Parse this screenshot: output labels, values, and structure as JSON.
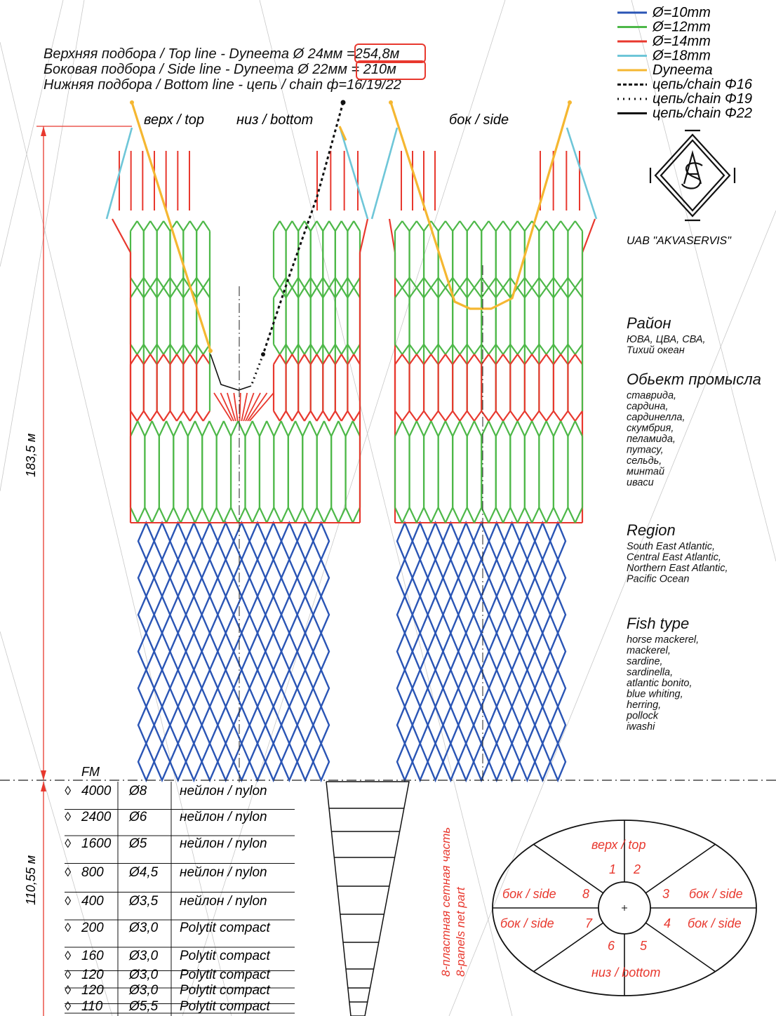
{
  "header": {
    "line1_prefix": "Верхняя подбора / Top line - Dyneema ",
    "line1_highlight": "Ø 24мм",
    "line1_suffix": " =254,8м",
    "line2_prefix": "Боковая подбора / Side line - Dyneema ",
    "line2_highlight": "Ø 22мм",
    "line2_suffix": " = 210м",
    "line3": "Нижняя подбора / Bottom line - цепь / chain ф=16/19/22"
  },
  "legend": [
    {
      "label": "Ø=10mm",
      "color": "#2a55b5",
      "style": "solid"
    },
    {
      "label": "Ø=12mm",
      "color": "#4db848",
      "style": "solid"
    },
    {
      "label": "Ø=14mm",
      "color": "#e8382e",
      "style": "solid"
    },
    {
      "label": "Ø=18mm",
      "color": "#6ec6d8",
      "style": "solid"
    },
    {
      "label": "Dyneema",
      "color": "#f5b731",
      "style": "solid"
    },
    {
      "label": "цепь/chain Φ16",
      "color": "#111111",
      "style": "dashed"
    },
    {
      "label": "цепь/chain Φ19",
      "color": "#111111",
      "style": "dotted"
    },
    {
      "label": "цепь/chain Φ22",
      "color": "#111111",
      "style": "solid"
    }
  ],
  "logo": {
    "name": "UAB \"AKVASERVIS\"",
    "icon": "akvaservis-logo-icon"
  },
  "panel_labels": {
    "top": "верх / top",
    "bottom": "низ / bottom",
    "side": "бок / side"
  },
  "dimensions": {
    "upper_height": "183,5 м",
    "lower_height": "110,55 м",
    "fm_header": "FM"
  },
  "info": {
    "region_ru_title": "Район",
    "region_ru_lines": [
      "ЮВА, ЦВА, СВА,",
      "Тихий океан"
    ],
    "fish_ru_title": "Обьект промысла",
    "fish_ru_lines": [
      "ставрида,",
      "сардина,",
      "сардинелла,",
      "скумбрия,",
      "пеламида,",
      "путасу,",
      "сельдь,",
      "минтай",
      "иваси"
    ],
    "region_en_title": "Region",
    "region_en_lines": [
      "South East Atlantic,",
      "Central East Atlantic,",
      "Northern East Atlantic,",
      "Pacific Ocean"
    ],
    "fish_en_title": "Fish type",
    "fish_en_lines": [
      "horse mackerel,",
      "mackerel,",
      "sardine,",
      "sardinella,",
      "atlantic bonito,",
      "blue whiting,",
      "herring,",
      "pollock",
      "iwashi"
    ]
  },
  "spec_table": [
    {
      "mesh": "4000",
      "dia": "Ø8",
      "material": "нейлон / nylon"
    },
    {
      "mesh": "2400",
      "dia": "Ø6",
      "material": "нейлон / nylon"
    },
    {
      "mesh": "1600",
      "dia": "Ø5",
      "material": "нейлон / nylon"
    },
    {
      "mesh": "800",
      "dia": "Ø4,5",
      "material": "нейлон / nylon"
    },
    {
      "mesh": "400",
      "dia": "Ø3,5",
      "material": "нейлон / nylon"
    },
    {
      "mesh": "200",
      "dia": "Ø3,0",
      "material": "Polytit compact"
    },
    {
      "mesh": "160",
      "dia": "Ø3,0",
      "material": "Polytit compact"
    },
    {
      "mesh": "120",
      "dia": "Ø3,0",
      "material": "Polytit compact"
    },
    {
      "mesh": "120",
      "dia": "Ø3,0",
      "material": "Polytit compact"
    },
    {
      "mesh": "110",
      "dia": "Ø5,5",
      "material": "Polytit compact"
    }
  ],
  "net_part_label": {
    "ru": "8-пластная сетная часть",
    "en": "8-panels net part"
  },
  "cross_section": {
    "top": "верх / top",
    "bottom": "низ / bottom",
    "side": "бок / side",
    "numbers": [
      "1",
      "2",
      "3",
      "4",
      "5",
      "6",
      "7",
      "8"
    ]
  },
  "colors": {
    "blue": "#2a55b5",
    "green": "#4db848",
    "red": "#e8382e",
    "cyan": "#6ec6d8",
    "dyneema": "#f5b731",
    "dimension": "#e8382e",
    "highlight_box": "#e8382e"
  }
}
